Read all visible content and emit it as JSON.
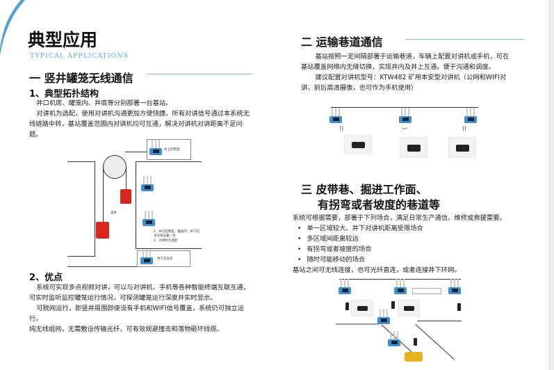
{
  "page": {
    "title": "典型应用",
    "subtitle": "TYPICAL APPLICATIONS"
  },
  "s1": {
    "heading": "一 竖井罐笼无线通信",
    "sub1": "1、典型拓扑结构",
    "p1": "井口机房、罐笼内、井底等分别部署一台基站。",
    "p2": "对讲机为选配，使用对讲机沟通更加方便快捷。所有对讲信号通过本系统无线链路中转，基站覆盖范围内对讲机均可互通，解决对讲机对讲距离不足问题。",
    "diagram": {
      "top_room": "井上控制室",
      "shaft": "竖井",
      "note1": "1、井口控制室、罐笼内、井下信号房各设置一台",
      "note2": "2、对讲机为选配",
      "bottom_room": "井下信号房"
    },
    "sub2": "2、优点",
    "p3": "系统可实现多点视频对讲，可以与对讲机、手机等各种智能终端互联互通，可实时监听监控罐笼运行情况，可探测罐笼运行深度并实时显示。",
    "p4": "可脱网运行，即竖井周围即使没有手机和WIFI信号覆盖，系统仍可独立运行。",
    "p5": "纯无线组网，无需敷设传输光纤，可有效规避撞击和落物砸坏线缆。"
  },
  "s2": {
    "heading": "二  运输巷道通信",
    "p1": "基站按照一定间隔部署于运输巷道，车辆上配置对讲机或手机，可在基站覆盖网络内无缝切换，实现井内及井上互通，便于沟通和调度。",
    "p2": "建议配置对讲机型号：KTW482 矿用本安型对讲机（公网和WIFI对讲，前后高清摄像，也可作为手机使用）"
  },
  "s3": {
    "heading_line1": "三  皮带巷、掘进工作面、",
    "heading_line2": "有拐弯或者坡度的巷道等",
    "intro": "系统可根据需要，部署于下列场合，满足日常生产通信、维修或救援需要。",
    "bullets": [
      "单一区域较大、井下对讲机距离受限场合",
      "多区域间距离较远",
      "有拐弯或者坡度的场合",
      "随时可能移动的场合"
    ],
    "outro": "基站之间可无线连接，也可光纤直连，或者连接井下环网。"
  }
}
